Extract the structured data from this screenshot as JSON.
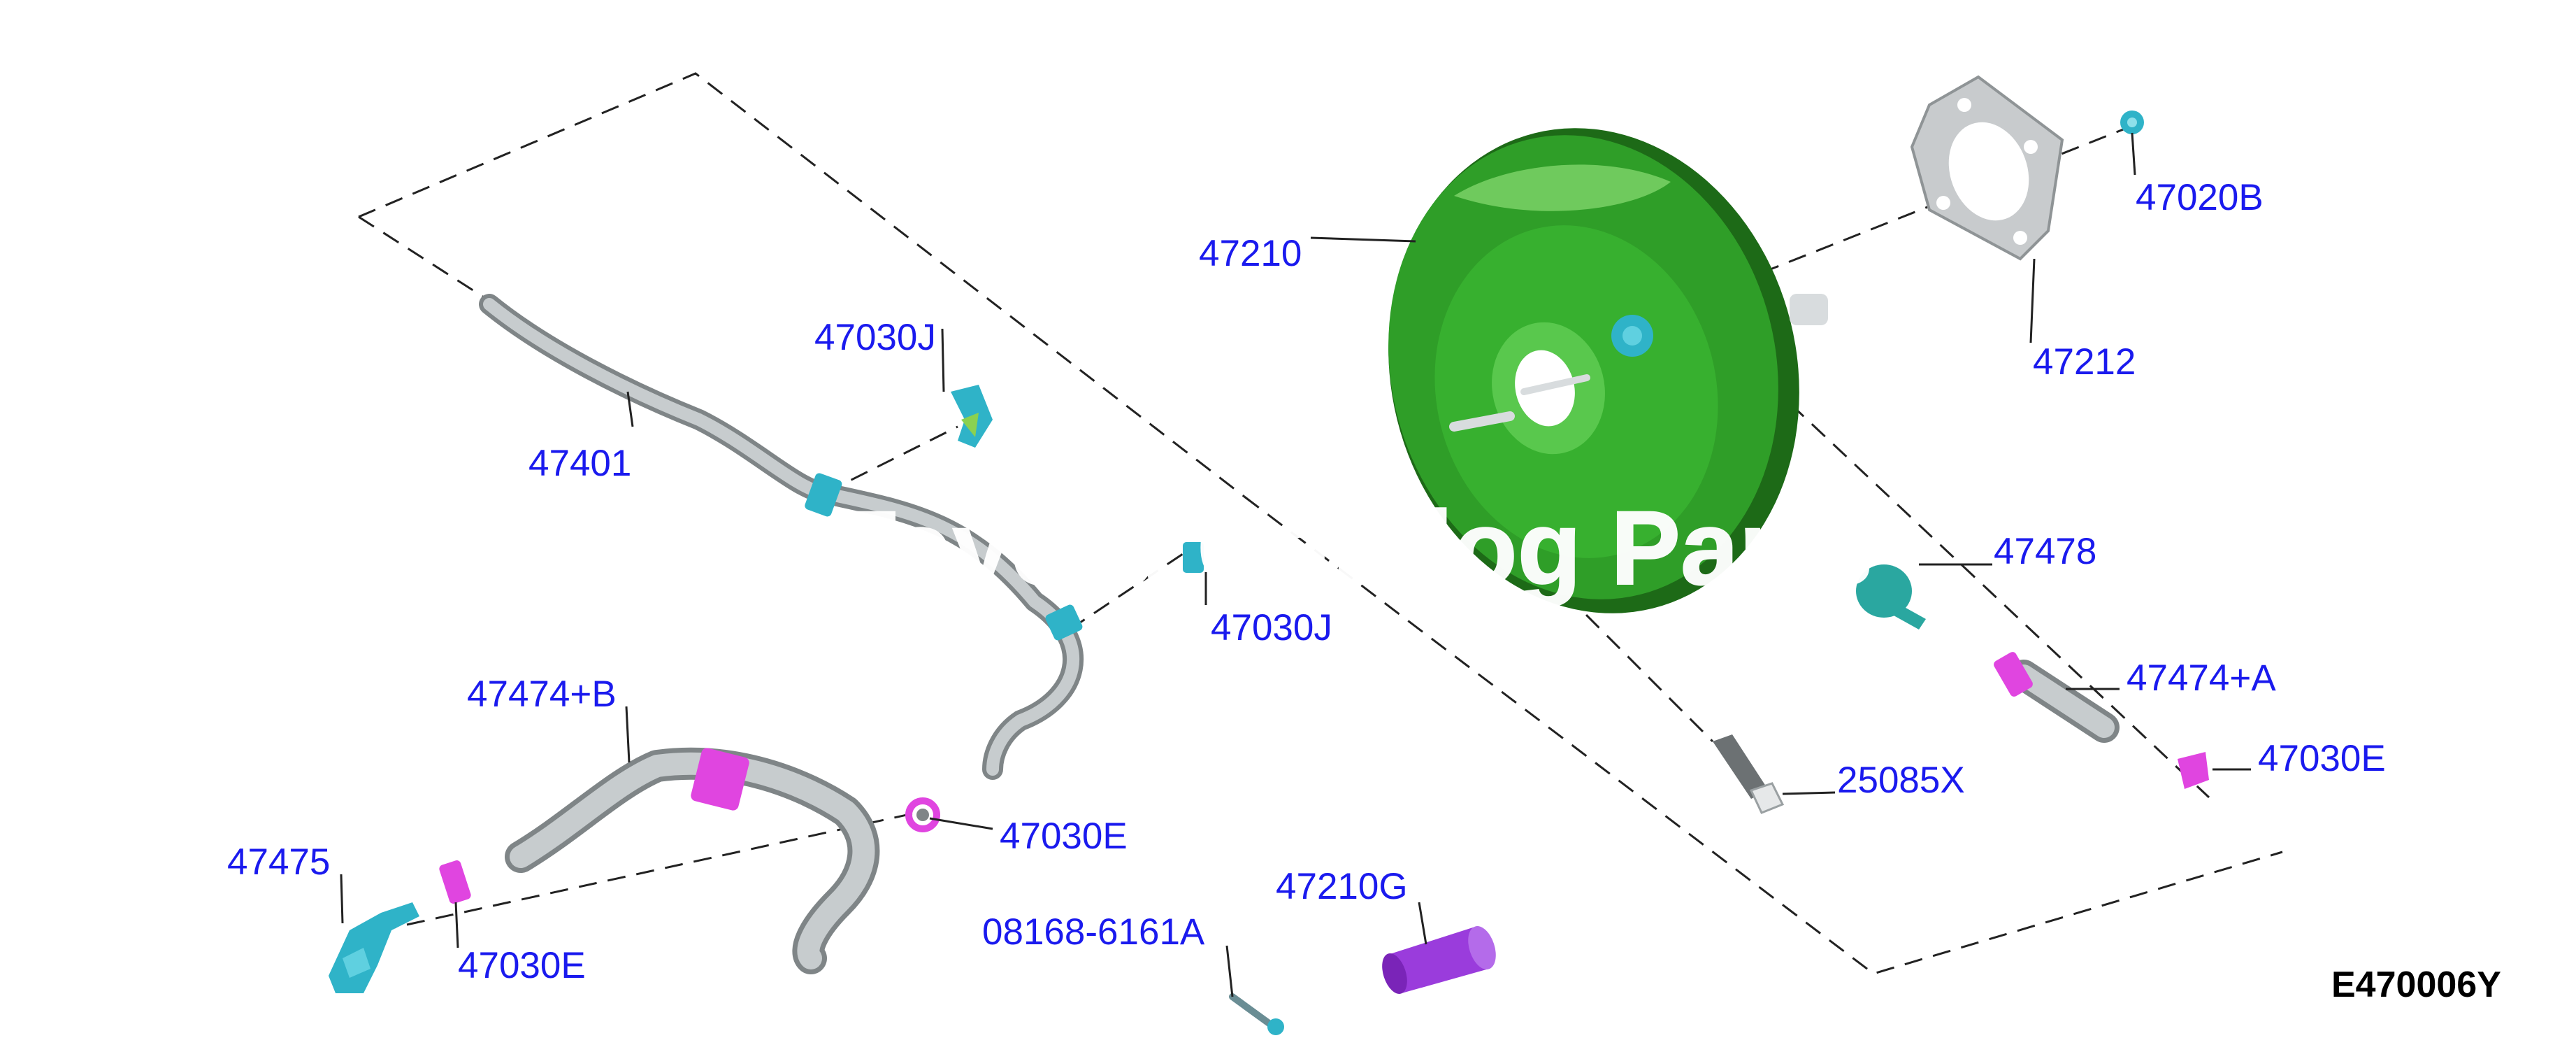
{
  "diagram": {
    "callouts": {
      "c47401": "47401",
      "c47030J_top": "47030J",
      "c47030J_mid": "47030J",
      "c47474B": "47474+B",
      "c47475": "47475",
      "c47030E_mid": "47030E",
      "c47030E_left": "47030E",
      "c08168": "08168-6161A",
      "c47210G": "47210G",
      "c47210": "47210",
      "c47020B": "47020B",
      "c47212": "47212",
      "c47478": "47478",
      "c47474A": "47474+A",
      "c47030E_right": "47030E",
      "c25085X": "25085X"
    },
    "diagram_code": "E470006Y",
    "watermark": "Toyota Catalog Parts",
    "colors": {
      "callout": "#1a1aee",
      "booster": "#2f9e28",
      "booster_light": "#7fd46a",
      "booster_dark": "#1d6a17",
      "hose": "#b9bec0",
      "hose_dark": "#7f8587",
      "clip_magenta": "#e045e0",
      "clip_teal": "#2fb3c8",
      "filter_purple": "#9a3cdc",
      "gasket": "#c8cbcd"
    }
  }
}
